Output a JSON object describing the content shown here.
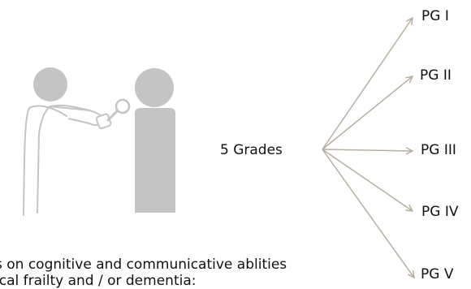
{
  "diagram": {
    "center_label": "5 Grades",
    "grades": [
      "PG I",
      "PG II",
      "PG III",
      "PG IV",
      "PG V"
    ],
    "arrow_color": "#b7b0a1",
    "figure_color": "#c4c4c4"
  },
  "text": {
    "line1": "s on cognitive and communicative ablities",
    "line2": "ical frailty and / or dementia:"
  }
}
